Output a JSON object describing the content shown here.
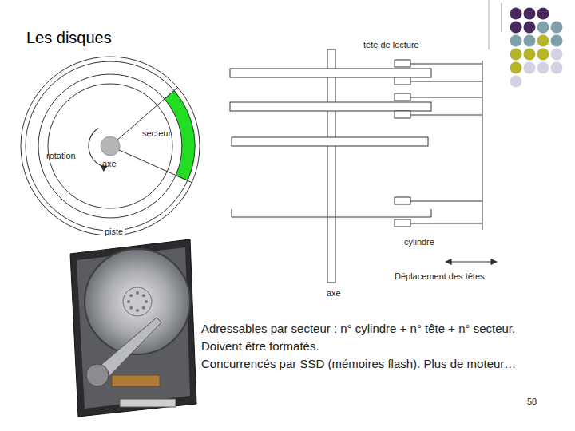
{
  "diagram": {
    "title": "Les disques",
    "labels": [
      "tête de lecture",
      "secteur",
      "rotation",
      "axe",
      "piste",
      "cylindre",
      "Déplacement des têtes",
      "axe",
      "Adressables par secteur : n° cylindre + n° tête + n° secteur.",
      "Doivent être formatés.",
      "Concurrencés par SSD (mémoires flash). Plus de moteur…",
      "58"
    ]
  }
}
